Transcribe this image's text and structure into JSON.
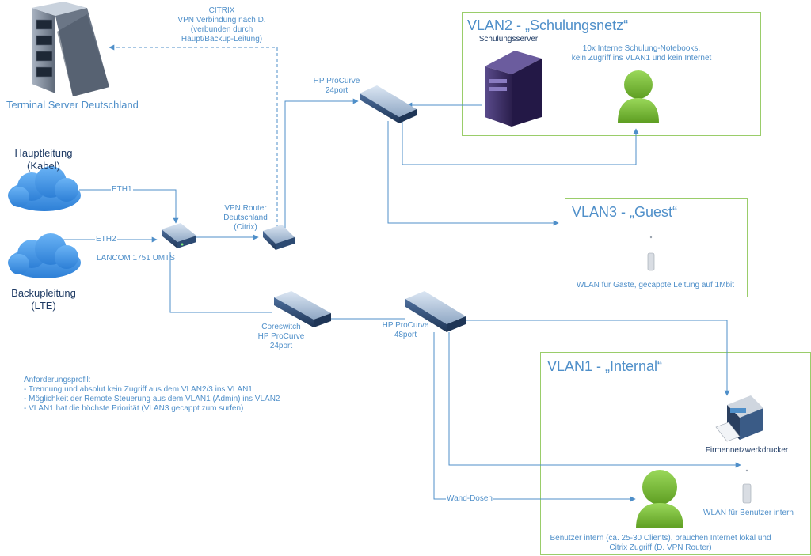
{
  "vlan2": {
    "title": "VLAN2 - „Schulungsnetz“",
    "server_label": "Schulungsserver",
    "clients_line1": "10x Interne Schulung-Notebooks,",
    "clients_line2": "kein Zugriff ins VLAN1 und kein Internet"
  },
  "vlan3": {
    "title": "VLAN3 - „Guest“",
    "wlan_label": "WLAN für Gäste, gecappte Leitung auf 1Mbit"
  },
  "vlan1": {
    "title": "VLAN1 - „Internal“",
    "printer_label": "Firmennetzwerkdrucker",
    "wlan_label": "WLAN für Benutzer intern",
    "users_line1": "Benutzer intern (ca. 25-30 Clients), brauchen Internet lokal und",
    "users_line2": "Citrix Zugriff (D. VPN Router)"
  },
  "terminal_server": {
    "label": "Terminal Server Deutschland"
  },
  "citrix": {
    "line1": "CITRIX",
    "line2": "VPN Verbindung nach D.",
    "line3": "(verbunden durch",
    "line4": "Haupt/Backup-Leitung)"
  },
  "hauptleitung": {
    "line1": "Hauptleitung",
    "line2": "(Kabel)"
  },
  "backupleitung": {
    "line1": "Backupleitung",
    "line2": "(LTE)"
  },
  "links": {
    "eth1": "ETH1",
    "eth2": "ETH2",
    "wand_dosen": "Wand-Dosen"
  },
  "lancom": {
    "label": "LANCOM 1751 UMTS"
  },
  "vpn_router": {
    "line1": "VPN Router",
    "line2": "Deutschland",
    "line3": "(Citrix)"
  },
  "hp24_top": {
    "line1": "HP ProCurve",
    "line2": "24port"
  },
  "coreswitch": {
    "line1": "Coreswitch",
    "line2": "HP ProCurve",
    "line3": "24port"
  },
  "hp48": {
    "line1": "HP ProCurve",
    "line2": "48port"
  },
  "requirements": {
    "title": "Anforderungsprofil:",
    "items": [
      "- Trennung und absolut kein Zugriff aus dem VLAN2/3 ins VLAN1",
      "- Möglichkeit der Remote Steuerung aus dem VLAN1 (Admin) ins VLAN2",
      "- VLAN1 hat die höchste Priorität (VLAN3 gecappt zum surfen)"
    ]
  },
  "colors": {
    "accent_blue": "#4f8fc9",
    "navy": "#1f3b64",
    "vlan_border": "#9acd6a",
    "cloud": "#3f8fe0",
    "user_green": "#7cc03a",
    "server_purple": "#3b2d63"
  }
}
